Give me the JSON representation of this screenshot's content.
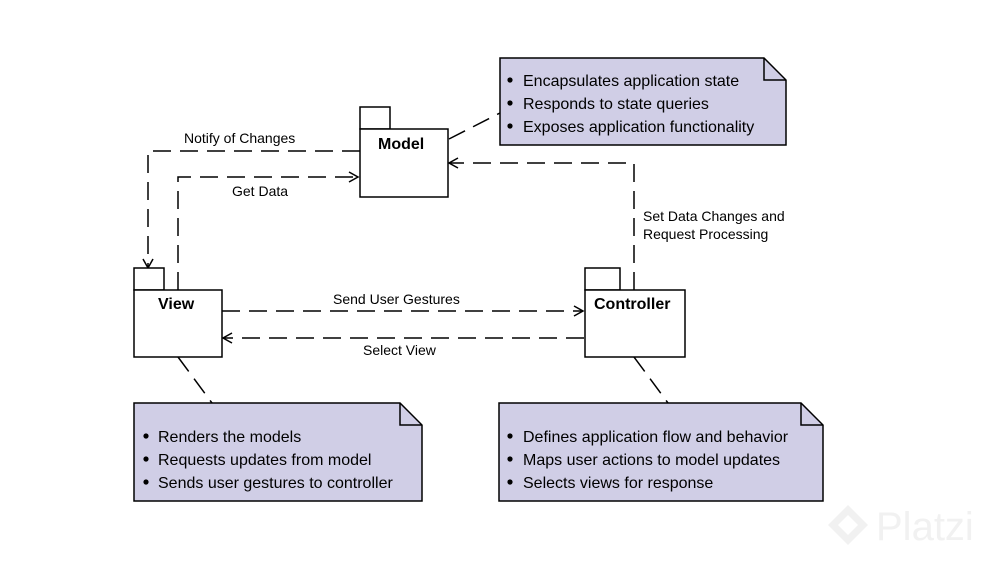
{
  "packages": {
    "model": {
      "label": "Model"
    },
    "view": {
      "label": "View"
    },
    "controller": {
      "label": "Controller"
    }
  },
  "arrows": {
    "notify": "Notify of Changes",
    "get_data": "Get Data",
    "send_gestures": "Send User Gestures",
    "select_view": "Select View",
    "set_data_line1": "Set Data Changes and",
    "set_data_line2": "Request Processing"
  },
  "notes": {
    "model": {
      "items": [
        "Encapsulates application state",
        "Responds to state queries",
        "Exposes application functionality"
      ]
    },
    "view": {
      "items": [
        "Renders the models",
        "Requests updates from model",
        "Sends user gestures to controller"
      ]
    },
    "controller": {
      "items": [
        "Defines application flow and behavior",
        "Maps user actions to model updates",
        "Selects views for response"
      ]
    }
  },
  "watermark": {
    "text": "Platzi"
  },
  "colors": {
    "note_fill": "#d0cee6",
    "stroke": "#000000"
  }
}
